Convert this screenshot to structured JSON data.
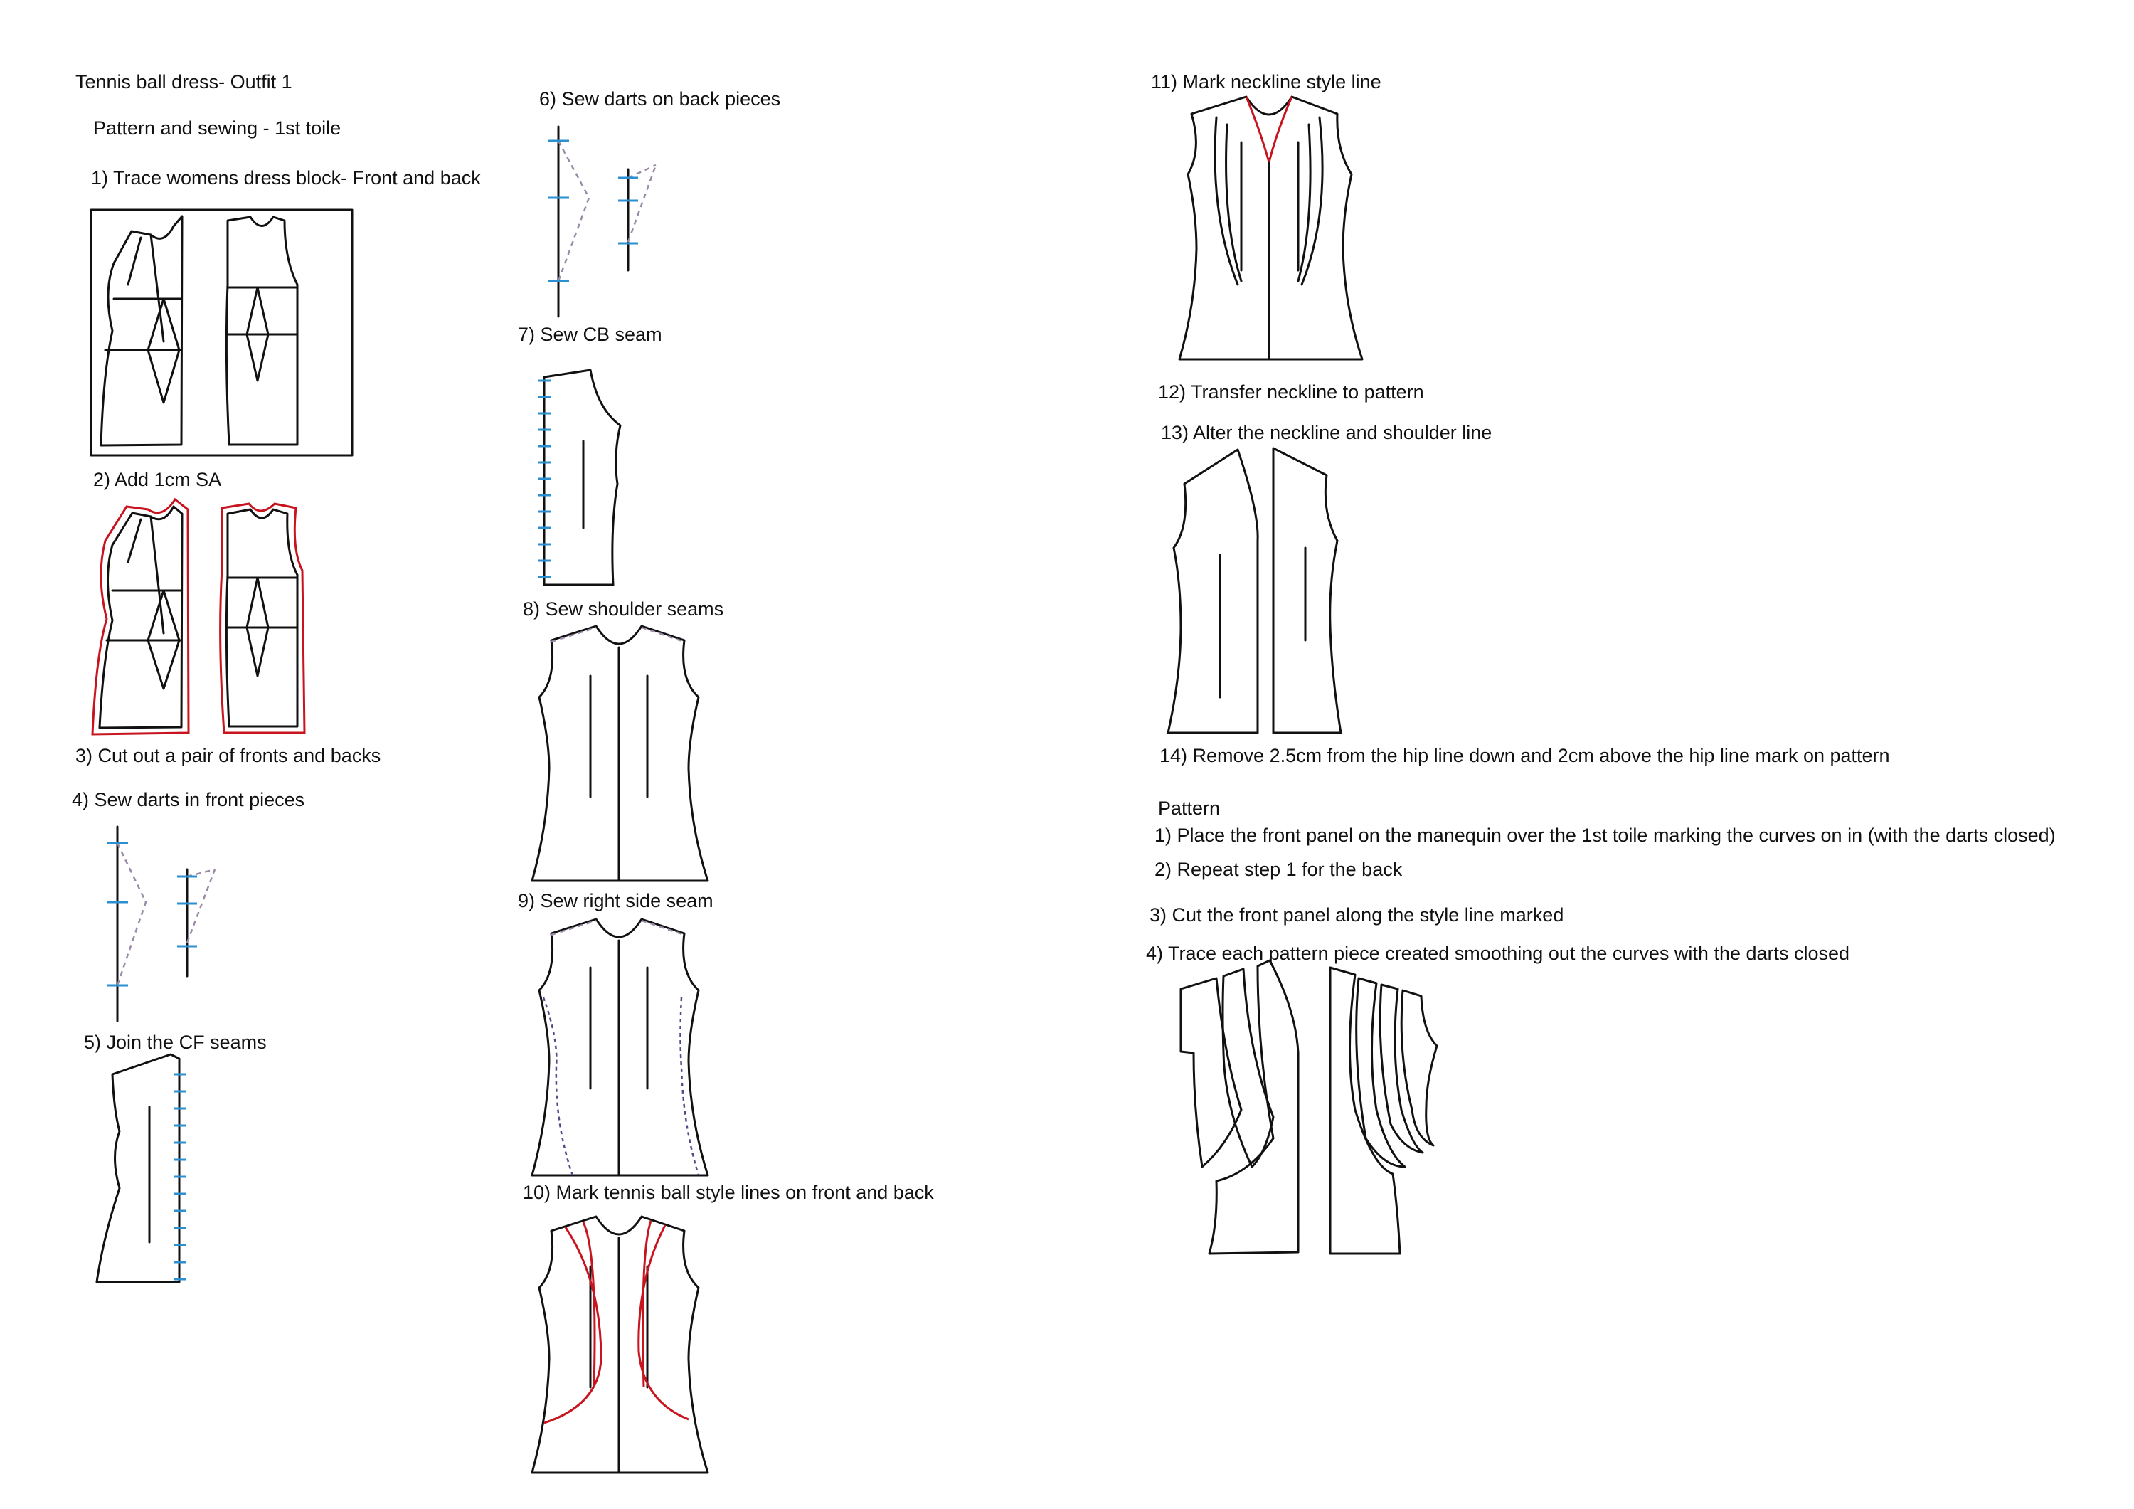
{
  "title": "Tennis ball dress- Outfit 1",
  "subtitle": "Pattern and sewing - 1st toile",
  "steps": {
    "s1": "1) Trace womens dress block- Front and back",
    "s2": "2) Add 1cm SA",
    "s3": "3) Cut out a pair of fronts and backs",
    "s4": "4) Sew darts in front pieces",
    "s5": "5) Join the CF seams",
    "s6": "6) Sew darts on back pieces",
    "s7": "7) Sew CB seam",
    "s8": "8) Sew shoulder seams",
    "s9": "9) Sew right side seam",
    "s10": "10) Mark tennis ball style lines on front and back",
    "s11": "11) Mark neckline style line",
    "s12": "12) Transfer neckline to pattern",
    "s13": "13) Alter the neckline and shoulder line",
    "s14": "14) Remove 2.5cm from the hip line down and 2cm above the hip line mark on pattern"
  },
  "pattern": {
    "heading": "Pattern",
    "p1": "1) Place the front panel on the manequin over the 1st toile marking the curves on in (with the darts closed)",
    "p2": "2) Repeat step 1 for the back",
    "p3": "3) Cut the front panel along the style line marked",
    "p4": "4) Trace each pattern piece created smoothing out the curves with the darts closed"
  },
  "colors": {
    "line": "#111111",
    "style_line": "#c8141e",
    "tack_mark": "#2b8fd0"
  }
}
